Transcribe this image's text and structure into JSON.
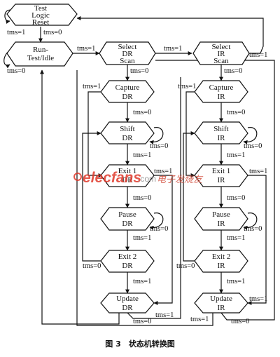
{
  "states": {
    "test_logic_reset": [
      "Test",
      "Logic",
      "Reset"
    ],
    "run_test_idle": [
      "Run-",
      "Test/Idle"
    ],
    "select_dr_scan": [
      "Select",
      "DR",
      "Scan"
    ],
    "capture_dr": [
      "Capture",
      "DR"
    ],
    "shift_dr": [
      "Shift",
      "DR"
    ],
    "exit1_dr": [
      "Exit 1",
      "DR"
    ],
    "pause_dr": [
      "Pause",
      "DR"
    ],
    "exit2_dr": [
      "Exit 2",
      "DR"
    ],
    "update_dr": [
      "Update",
      "DR"
    ],
    "select_ir_scan": [
      "Select",
      "IR",
      "Scan"
    ],
    "capture_ir": [
      "Capture",
      "IR"
    ],
    "shift_ir": [
      "Shift",
      "IR"
    ],
    "exit1_ir": [
      "Exit 1",
      "IR"
    ],
    "pause_ir": [
      "Pause",
      "IR"
    ],
    "exit2_ir": [
      "Exit 2",
      "IR"
    ],
    "update_ir": [
      "Update",
      "IR"
    ]
  },
  "labels": {
    "tms0": "tms=0",
    "tms1": "tms=1"
  },
  "watermark": {
    "brand": "elecfans",
    "dotcom": ".com",
    "cn": "电子发烧友"
  },
  "caption": "图 3　状态机转换图"
}
